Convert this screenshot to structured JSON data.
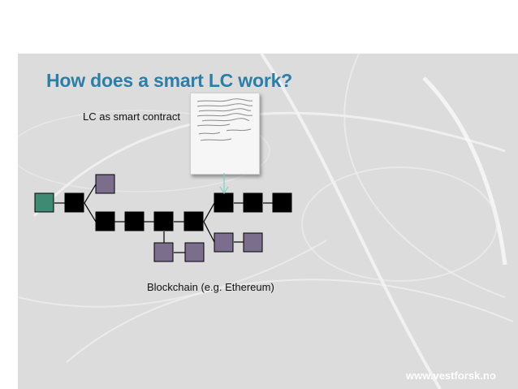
{
  "slide": {
    "title": "How does a smart LC work?",
    "lc_label": "LC as smart contract",
    "blockchain_label": "Blockchain (e.g. Ethereum)",
    "footer": "www.vestforsk.no"
  },
  "colors": {
    "title": "#2a7fa8",
    "block_main": "#000000",
    "block_orphan": "#7a6e8c",
    "block_genesis": "#3f8a72",
    "arrow": "#7fd0c0",
    "background_panel": "#dcdcdc"
  },
  "diagram": {
    "blocks": [
      {
        "id": "genesis",
        "kind": "genesis"
      },
      {
        "id": "b1",
        "kind": "main"
      },
      {
        "id": "fork-top",
        "kind": "orphan"
      },
      {
        "id": "b2",
        "kind": "main"
      },
      {
        "id": "b3",
        "kind": "main"
      },
      {
        "id": "b4",
        "kind": "main"
      },
      {
        "id": "b5",
        "kind": "main"
      },
      {
        "id": "fork-bottom-1",
        "kind": "orphan"
      },
      {
        "id": "fork-bottom-2",
        "kind": "orphan"
      },
      {
        "id": "b6",
        "kind": "main"
      },
      {
        "id": "b7",
        "kind": "main"
      },
      {
        "id": "b8",
        "kind": "main"
      },
      {
        "id": "fork-right-1",
        "kind": "orphan"
      },
      {
        "id": "fork-right-2",
        "kind": "orphan"
      }
    ]
  }
}
